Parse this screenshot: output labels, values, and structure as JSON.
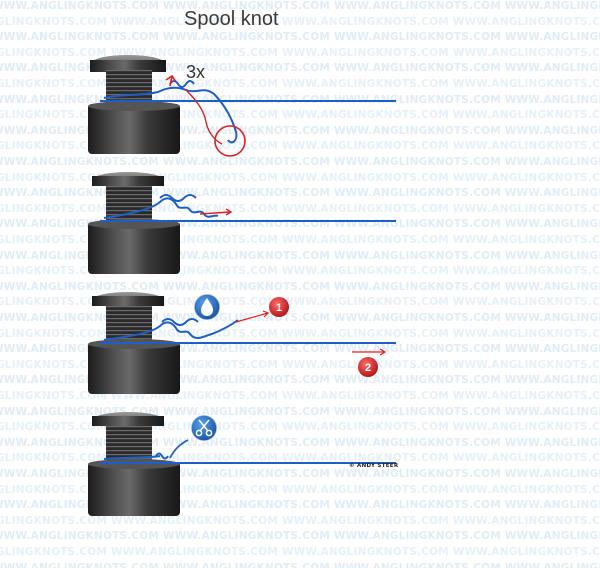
{
  "title": "Spool knot",
  "watermark": "WWW.ANGLINGKNOTS.COM",
  "step1": {
    "turns_label": "3x"
  },
  "step3": {
    "badge1": "1",
    "badge2": "2"
  },
  "step4": {
    "copyright": "© ANDY STEER"
  },
  "icons": [
    "water-drop-icon",
    "scissors-icon"
  ],
  "colors": {
    "line": "#1d5fc6",
    "tag_end": "#e02020",
    "badge_red": "#d81e1e",
    "icon_blue": "#1e6cc4",
    "spool": "#2b2b2b"
  }
}
